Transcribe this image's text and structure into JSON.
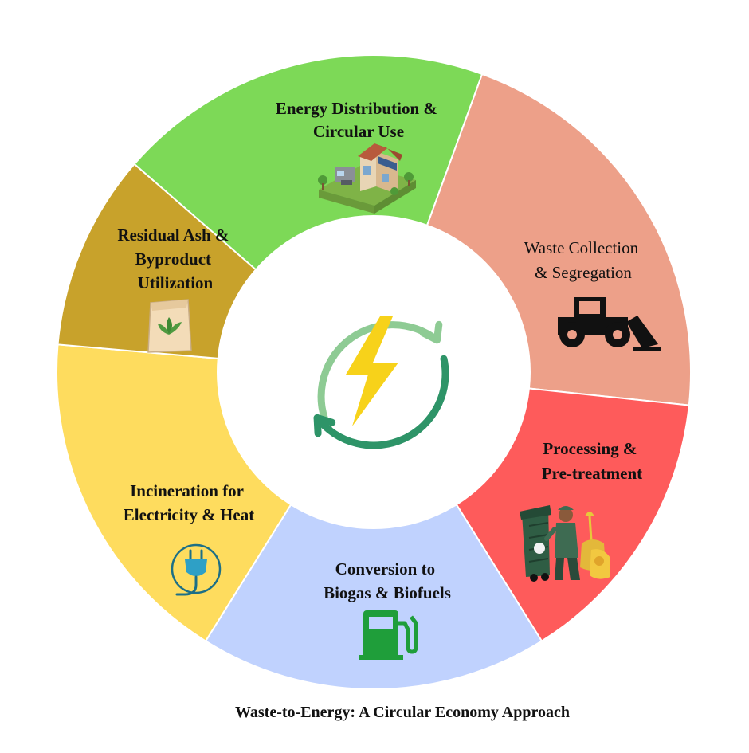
{
  "caption": "Waste-to-Energy: A Circular Economy Approach",
  "colors": {
    "energy_distribution": "#7dd957",
    "waste_collection": "#eda089",
    "processing": "#fe5b5b",
    "conversion": "#c0d2fe",
    "incineration": "#fedc5e",
    "residual_ash": "#c8a22b",
    "cycle_arrow_light": "#8ecb94",
    "cycle_arrow_dark": "#2e9468",
    "bolt": "#f7d21a"
  },
  "center": {
    "icon": "lightning-cycle-icon"
  },
  "segments": [
    {
      "id": "energy-distribution",
      "lines": [
        "Energy Distribution &",
        "Circular Use"
      ],
      "bold": true,
      "icon": "eco-house-icon"
    },
    {
      "id": "waste-collection",
      "lines": [
        "Waste Collection",
        "& Segregation"
      ],
      "bold": false,
      "icon": "bulldozer-icon"
    },
    {
      "id": "processing",
      "lines": [
        "Processing &",
        "Pre-treatment"
      ],
      "bold": true,
      "icon": "waste-worker-icon"
    },
    {
      "id": "conversion",
      "lines": [
        "Conversion to",
        "Biogas & Biofuels"
      ],
      "bold": true,
      "icon": "fuel-pump-icon"
    },
    {
      "id": "incineration",
      "lines": [
        "Incineration for",
        "Electricity & Heat"
      ],
      "bold": true,
      "icon": "electric-plug-icon"
    },
    {
      "id": "residual-ash",
      "lines": [
        "Residual Ash &",
        "Byproduct",
        "Utilization"
      ],
      "bold": true,
      "icon": "fertilizer-bag-icon"
    }
  ]
}
